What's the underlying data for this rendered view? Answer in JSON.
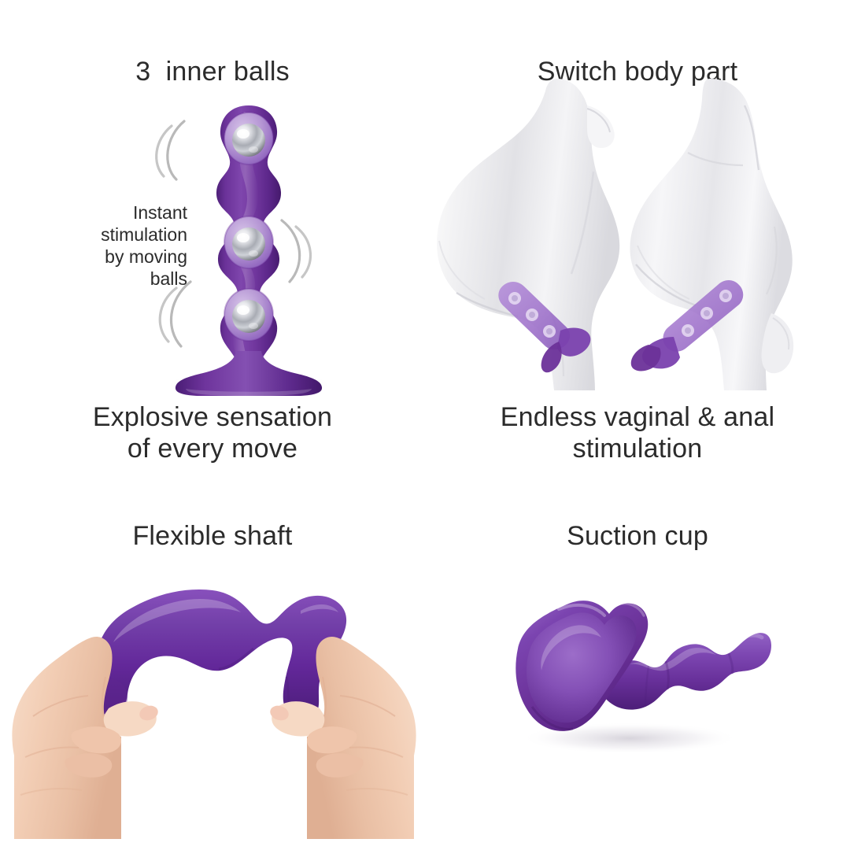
{
  "page": {
    "background_color": "#ffffff",
    "text_color": "#2b2b2b"
  },
  "colors": {
    "product_purple": "#6B3299",
    "product_purple_light": "#9B6BC4",
    "product_purple_dark": "#4A1F72",
    "ball_chrome": "#C9CBD0",
    "body_grey": "#E9E9EC",
    "skin": "#F2CDB4",
    "motion_line": "#BDBDBD",
    "shadow": "#B9B4BE"
  },
  "panels": [
    {
      "id": "inner-balls",
      "heading": "3  inner balls",
      "sidenote": "Instant\nstimulation\nby moving\nballs",
      "sidenote_lines": [
        "Instant",
        "stimulation",
        "by moving",
        "balls"
      ],
      "caption": "Explosive sensation\nof every move",
      "caption_lines": [
        "Explosive sensation",
        "of every move"
      ],
      "ball_count": 3,
      "product": "bumpy-dildo-with-metal-balls"
    },
    {
      "id": "switch-body-part",
      "heading": "Switch body part",
      "caption": "Endless vaginal & anal\nstimulation",
      "caption_lines": [
        "Endless vaginal & anal",
        "stimulation"
      ],
      "figures": [
        "female-body-silhouette",
        "male-body-silhouette"
      ],
      "figure_count": 2
    },
    {
      "id": "flexible-shaft",
      "heading": "Flexible shaft",
      "product": "purple-shaft-bent-by-two-hands",
      "hand_count": 2
    },
    {
      "id": "suction-cup",
      "heading": "Suction cup",
      "product": "purple-toy-with-heart-shaped-suction-base"
    }
  ]
}
